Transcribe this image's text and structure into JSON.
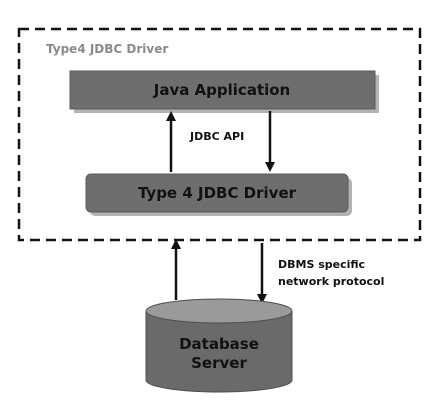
{
  "diagram": {
    "container": {
      "label": "Type4 JDBC Driver"
    },
    "nodes": {
      "java_application": {
        "label": "Java Application"
      },
      "jdbc_driver": {
        "label": "Type 4 JDBC Driver"
      },
      "database": {
        "label_line1": "Database",
        "label_line2": "Server"
      }
    },
    "edges": {
      "jdbc_api": {
        "label": "JDBC API"
      },
      "network": {
        "label_line1": "DBMS specific",
        "label_line2": "network protocol"
      }
    },
    "colors": {
      "box_fill": "#6e6e6e",
      "box_shadow": "#b4b4b4",
      "cylinder_fill": "#6a6a6a",
      "cylinder_top": "#9a9a9a",
      "border_dash": "#111111",
      "arrow": "#111111"
    }
  }
}
